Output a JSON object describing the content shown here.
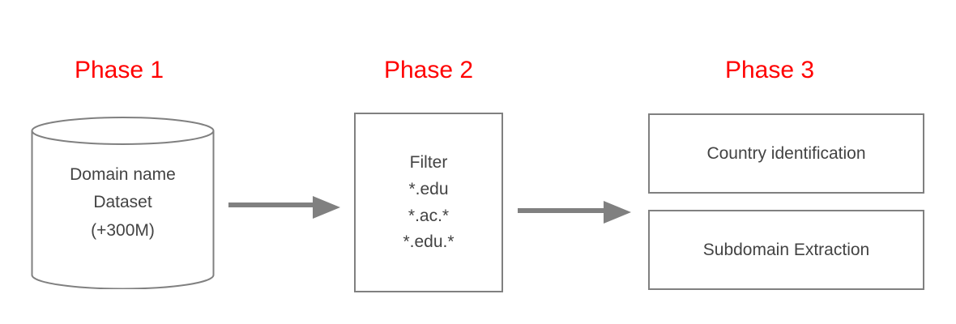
{
  "diagram": {
    "title_color": "#ff0000",
    "stroke_color": "#808080",
    "text_color": "#434343",
    "background": "#ffffff",
    "phases": [
      {
        "label": "Phase 1",
        "shape": "cylinder",
        "lines": [
          "Domain name",
          "Dataset",
          "(+300M)"
        ]
      },
      {
        "label": "Phase 2",
        "shape": "rectangle",
        "lines": [
          "Filter",
          "*.edu",
          "*.ac.*",
          "*.edu.*"
        ]
      },
      {
        "label": "Phase 3",
        "shape": "rectangle-stack",
        "boxes": [
          {
            "label": "Country identification"
          },
          {
            "label": "Subdomain Extraction"
          }
        ]
      }
    ],
    "connectors": [
      {
        "name": "arrow-phase1-to-phase2",
        "direction": "right"
      },
      {
        "name": "arrow-phase2-to-phase3",
        "direction": "right"
      }
    ]
  }
}
